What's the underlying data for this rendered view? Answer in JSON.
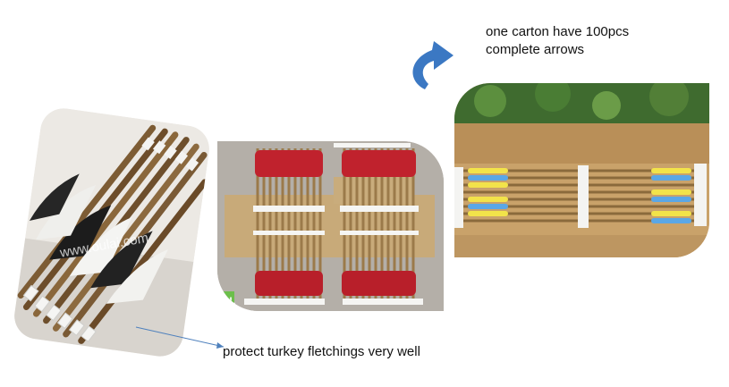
{
  "captions": {
    "carton_line1": "one carton have 100pcs",
    "carton_line2": "complete arrows",
    "protect": "protect turkey fletchings very well"
  },
  "photos": {
    "feathers": {
      "watermark": "www.oulai.com"
    },
    "red_arrows": {
      "logo": "OL"
    }
  },
  "colors": {
    "pointer_line": "#4f81bd",
    "curved_arrow": "#3b78c3",
    "red_fletch": "#c0222d",
    "yellow_fletch": "#f2e34a",
    "blue_fletch": "#5aa7e6",
    "carton": "#c9a26a"
  }
}
